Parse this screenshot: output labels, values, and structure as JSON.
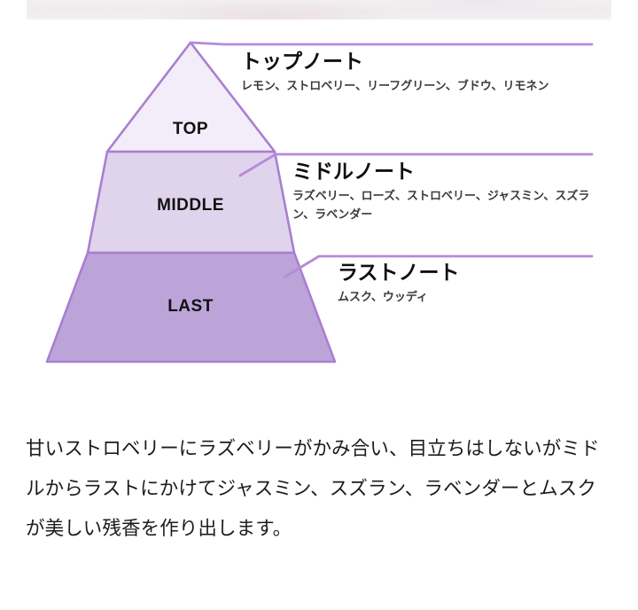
{
  "header": {
    "banner_alt": "product-photo-band"
  },
  "diagram": {
    "title": "fragrance-note-pyramid",
    "colors": {
      "outline": "#a97fd0",
      "tier_top_fill": "#f3ecf9",
      "tier_middle_fill": "#dfd4ec",
      "tier_last_fill": "#bca4d8",
      "connector": "#b68ada"
    },
    "tiers": [
      {
        "id": "top",
        "tier_label": "TOP",
        "note_title": "トップノート",
        "ingredients": "レモン、ストロベリー、リーフグリーン、ブドウ、リモネン"
      },
      {
        "id": "middle",
        "tier_label": "MIDDLE",
        "note_title": "ミドルノート",
        "ingredients": "ラズベリー、ローズ、ストロベリー、ジャスミン、スズラン、ラベンダー"
      },
      {
        "id": "last",
        "tier_label": "LAST",
        "note_title": "ラストノート",
        "ingredients": "ムスク、ウッディ"
      }
    ]
  },
  "description": {
    "text": "甘いストロベリーにラズベリーがかみ合い、目立ちはしないがミドルからラストにかけてジャスミン、スズラン、ラベンダーとムスクが美しい残香を作り出します。"
  }
}
